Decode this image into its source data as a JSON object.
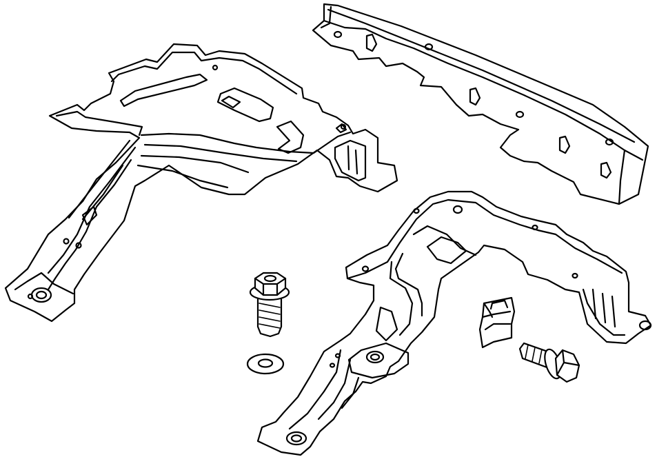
{
  "diagram": {
    "background": "#ffffff",
    "line_color": "#000000",
    "parts": [
      {
        "name": "left-bracket",
        "kind": "bracket"
      },
      {
        "name": "rear-rail",
        "kind": "rail"
      },
      {
        "name": "right-bracket",
        "kind": "bracket"
      },
      {
        "name": "flange-bolt-vertical",
        "kind": "bolt"
      },
      {
        "name": "washer",
        "kind": "washer"
      },
      {
        "name": "clip-nut",
        "kind": "clip"
      },
      {
        "name": "flange-bolt-angled",
        "kind": "bolt"
      }
    ]
  }
}
